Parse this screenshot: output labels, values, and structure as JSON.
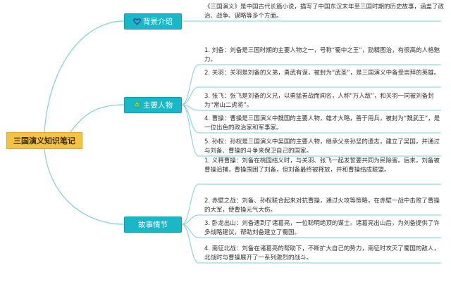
{
  "root": {
    "label": "三国演义知识笔记",
    "fill_color": "#f6c242"
  },
  "branches": [
    {
      "label": "背景介绍",
      "icon": "heart-icon",
      "items": [
        "《三国演义》是中国古代长篇小说，描写了中国东汉末年至三国时期的历史故事，涵盖了政治、战争、谋略等多个方面。"
      ]
    },
    {
      "label": "主要人物",
      "icon": "gem-icon",
      "items": [
        "1. 刘备：刘备是三国时期的主要人物之一，号称“蜀中之王”，励精图治，有很高的人格魅力。",
        "2. 关羽：关羽是刘备的义弟，勇武有谋，被封为“武圣”，是三国演义中备受崇拜的英雄。",
        "3. 张飞：张飞是刘备的义兄，以勇猛善战而闻名，人称“万人敌”，和关羽一同被刘备封为“常山二虎将”。",
        "4. 曹操：曹操是三国演义中魏国的主要人物，雄才大略，善于用兵，被封为“魏武王”，是一位出色的政治家和军事家。",
        "5. 孙权：孙权是三国演义中吴国的主要人物，继承父亲孙坚的遗志，建立了吴国，并通过与刘备、曹操的斗争来保卫自己的国家。"
      ]
    },
    {
      "label": "故事情节",
      "icon": "",
      "items": [
        "1. 义释曹操：刘备在桃园结义时，与关羽、张飞一起发誓要共同为民除害。后来，刘备被曹操追捕，曹操围困了刘备，但刘备最终被释放，并和曹操结成联盟。",
        "2. 赤壁之战：刘备、孙权联合起来对抗曹操，通过火攻等策略，在赤壁一战中击败了曹操的大军，使曹操元气大伤。",
        "3. 卧龙出山：刘备遇到了诸葛亮，一位聪明绝顶的谋士。诸葛亮出山后，为刘备提供了许多战略建议，帮助刘备建立了蜀国。",
        "4. 南征北战：刘备在诸葛亮的帮助下，不断扩大自己的势力，南征时攻灭了蜀国的敌人，北战时与曹操展开了一系列激烈的战斗。"
      ]
    }
  ],
  "colors": {
    "branch_fill": "#1ab7c9",
    "connector": "#7fcfd9",
    "leaf_text": "#333333"
  }
}
